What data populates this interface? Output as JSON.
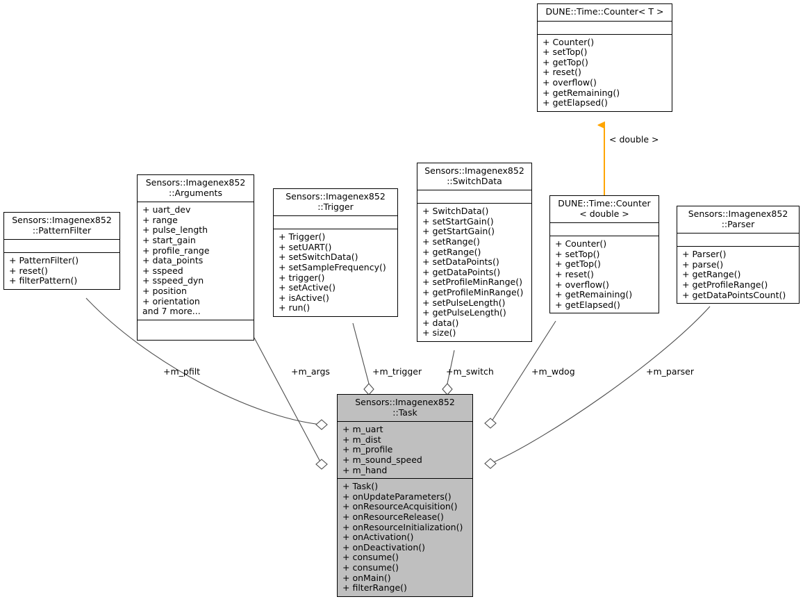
{
  "diagram": {
    "kind": "uml-class-collaboration-diagram",
    "background": "#ffffff",
    "highlight_fill": "#bfbfbf",
    "line_color": "#4d4d4d",
    "inheritance_arrow_color": "#ffa500"
  },
  "classes": {
    "counter_template": {
      "title": "DUNE::Time::Counter< T >",
      "attributes": [],
      "methods": [
        "+ Counter()",
        "+ setTop()",
        "+ getTop()",
        "+ reset()",
        "+ overflow()",
        "+ getRemaining()",
        "+ getElapsed()"
      ]
    },
    "counter_double": {
      "title": "DUNE::Time::Counter\n< double >",
      "attributes": [],
      "methods": [
        "+ Counter()",
        "+ setTop()",
        "+ getTop()",
        "+ reset()",
        "+ overflow()",
        "+ getRemaining()",
        "+ getElapsed()"
      ]
    },
    "pattern_filter": {
      "title": "Sensors::Imagenex852\n::PatternFilter",
      "attributes": [],
      "methods": [
        "+ PatternFilter()",
        "+ reset()",
        "+ filterPattern()"
      ]
    },
    "arguments": {
      "title": "Sensors::Imagenex852\n::Arguments",
      "attributes": [
        "+ uart_dev",
        "+ range",
        "+ pulse_length",
        "+ start_gain",
        "+ profile_range",
        "+ data_points",
        "+ sspeed",
        "+ sspeed_dyn",
        "+ position",
        "+ orientation",
        "and 7 more..."
      ],
      "methods": []
    },
    "trigger": {
      "title": "Sensors::Imagenex852\n::Trigger",
      "attributes": [],
      "methods": [
        "+ Trigger()",
        "+ setUART()",
        "+ setSwitchData()",
        "+ setSampleFrequency()",
        "+ trigger()",
        "+ setActive()",
        "+ isActive()",
        "+ run()"
      ]
    },
    "switch_data": {
      "title": "Sensors::Imagenex852\n::SwitchData",
      "attributes": [],
      "methods": [
        "+ SwitchData()",
        "+ setStartGain()",
        "+ getStartGain()",
        "+ setRange()",
        "+ getRange()",
        "+ setDataPoints()",
        "+ getDataPoints()",
        "+ setProfileMinRange()",
        "+ getProfileMinRange()",
        "+ setPulseLength()",
        "+ getPulseLength()",
        "+ data()",
        "+ size()"
      ]
    },
    "parser": {
      "title": "Sensors::Imagenex852\n::Parser",
      "attributes": [],
      "methods": [
        "+ Parser()",
        "+ parse()",
        "+ getRange()",
        "+ getProfileRange()",
        "+ getDataPointsCount()"
      ]
    },
    "task": {
      "title": "Sensors::Imagenex852\n::Task",
      "attributes": [
        "+ m_uart",
        "+ m_dist",
        "+ m_profile",
        "+ m_sound_speed",
        "+ m_hand"
      ],
      "methods": [
        "+ Task()",
        "+ onUpdateParameters()",
        "+ onResourceAcquisition()",
        "+ onResourceRelease()",
        "+ onResourceInitialization()",
        "+ onActivation()",
        "+ onDeactivation()",
        "+ consume()",
        "+ consume()",
        "+ onMain()",
        "+ filterRange()"
      ]
    }
  },
  "edge_labels": {
    "template_binding": "< double >",
    "m_pfilt": "+m_pfilt",
    "m_args": "+m_args",
    "m_trigger": "+m_trigger",
    "m_switch": "+m_switch",
    "m_wdog": "+m_wdog",
    "m_parser": "+m_parser"
  }
}
